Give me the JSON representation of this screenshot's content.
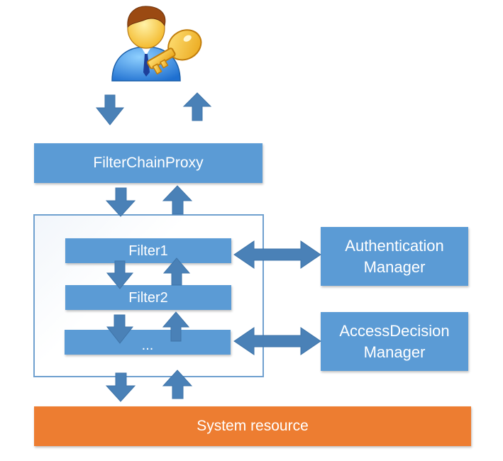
{
  "diagram": {
    "title_icon": "user-with-key-icon",
    "filter_chain_proxy": "FilterChainProxy",
    "filters": [
      "Filter1",
      "Filter2",
      "..."
    ],
    "authentication_manager": "Authentication\nManager",
    "access_decision_manager": "AccessDecision\nManager",
    "system_resource": "System resource",
    "colors": {
      "box_blue": "#5b9bd5",
      "arrow_blue": "#4a81b7",
      "frame_border": "#6fa0cf",
      "resource_orange": "#ed7d31"
    }
  }
}
